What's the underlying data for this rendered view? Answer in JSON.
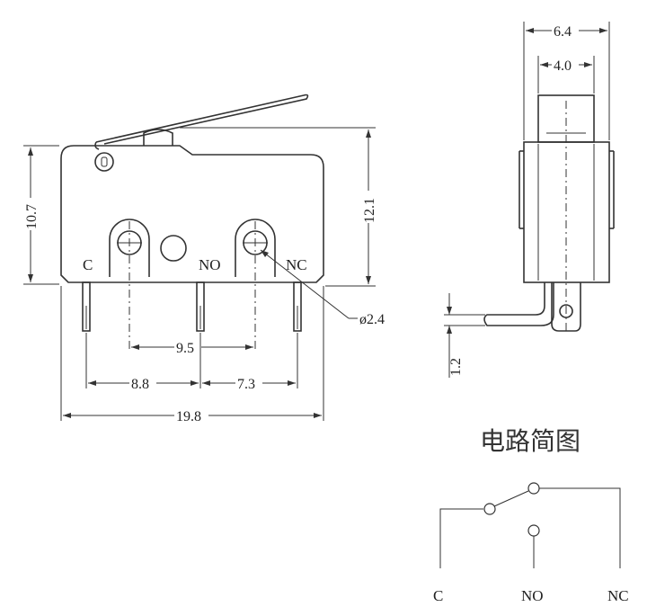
{
  "front_view": {
    "terminal_labels": {
      "c": "C",
      "no": "NO",
      "nc": "NC"
    },
    "dimensions": {
      "height_body": "10.7",
      "height_total": "12.1",
      "hole_dia": "ø2.4",
      "no_nc_pitch": "9.5",
      "c_no_pitch": "8.8",
      "no_nc_pin_pitch": "7.3",
      "length": "19.8"
    }
  },
  "side_view": {
    "dimensions": {
      "width_total": "6.4",
      "width_plunger": "4.0",
      "pin_thickness": "1.2"
    }
  },
  "circuit": {
    "title": "电路简图",
    "labels": {
      "c": "C",
      "no": "NO",
      "nc": "NC"
    }
  }
}
